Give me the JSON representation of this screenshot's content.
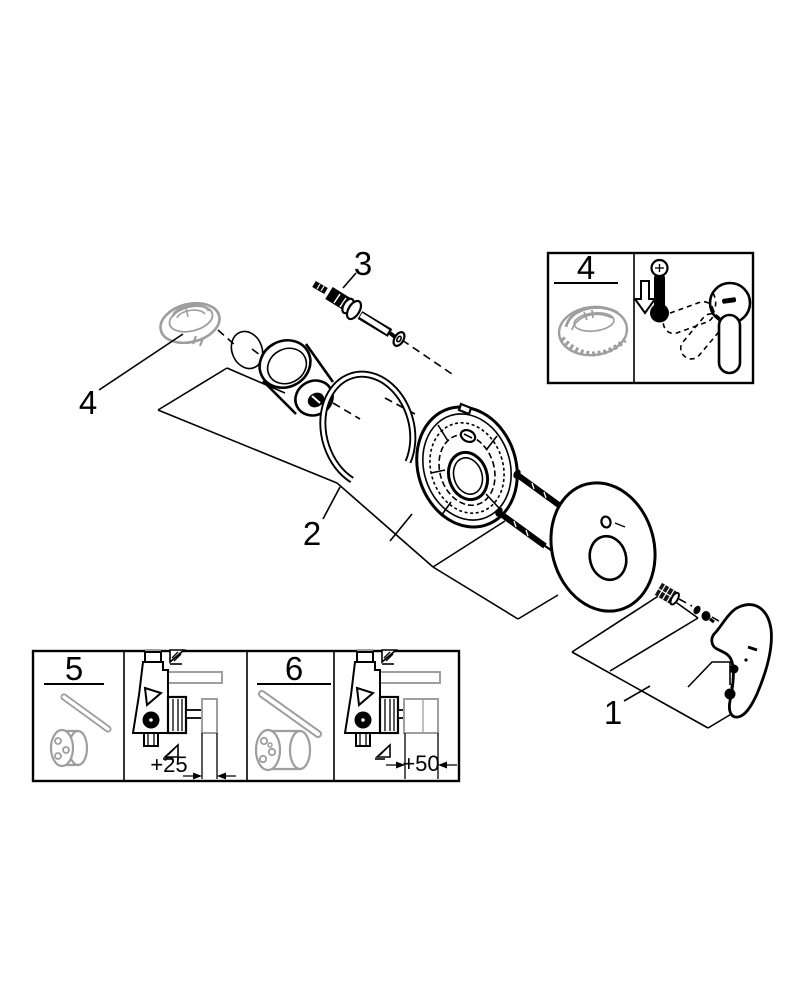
{
  "colors": {
    "ink": "#000000",
    "ghost": "#9e9e9e",
    "paper": "#ffffff"
  },
  "callouts": {
    "c1": "1",
    "c2": "2",
    "c3": "3",
    "c4": "4"
  },
  "insets": {
    "temperature": {
      "label": "4"
    },
    "ext25": {
      "label": "5",
      "dimension": "+25"
    },
    "ext50": {
      "label": "6",
      "dimension": "+50"
    }
  }
}
